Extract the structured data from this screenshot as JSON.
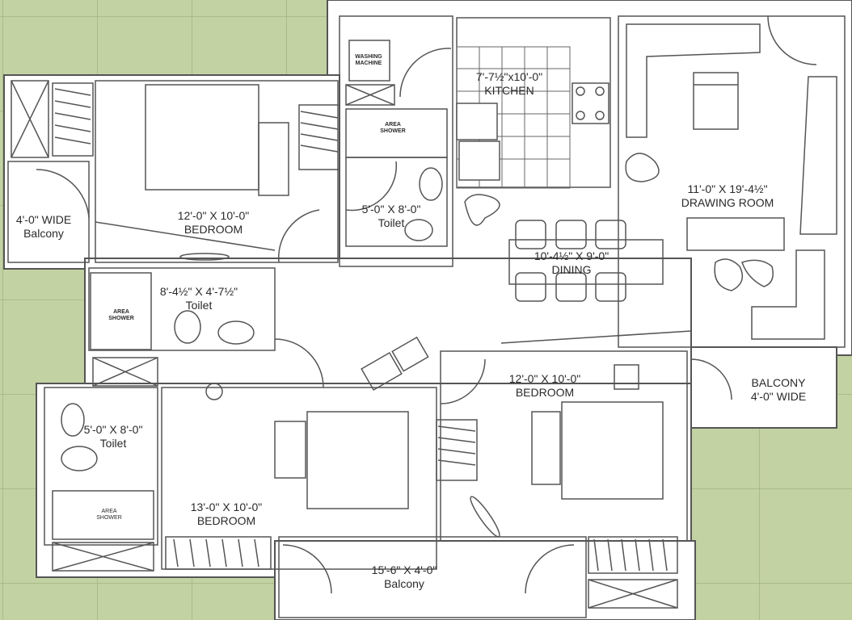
{
  "plan": {
    "background_color": "#c3d2a2",
    "wall_color": "#555555",
    "floor_color": "#ffffff"
  },
  "rooms": {
    "balcony_left": {
      "dim": "4'-0\" WIDE",
      "name": "Balcony"
    },
    "bedroom_1": {
      "dim": "12'-0\" X 10'-0\"",
      "name": "BEDROOM"
    },
    "washing_machine": {
      "line1": "WASHING",
      "line2": "MACHINE"
    },
    "area_shower_1": {
      "line1": "AREA",
      "line2": "SHOWER"
    },
    "toilet_1": {
      "dim": "5'-0\" X 8'-0\"",
      "name": "Toilet"
    },
    "kitchen": {
      "dim": "7'-7½\"x10'-0\"",
      "name": "KITCHEN"
    },
    "drawing_room": {
      "dim": "11'-0\" X 19'-4½\"",
      "name": "DRAWING ROOM"
    },
    "dining": {
      "dim": "10'-4½\" X 9'-0\"",
      "name": "DINING"
    },
    "toilet_2": {
      "dim": "8'-4½\" X 4'-7½\"",
      "name": "Toilet"
    },
    "area_shower_2": {
      "line1": "AREA",
      "line2": "SHOWER"
    },
    "bedroom_2": {
      "dim": "12'-0\" X 10'-0\"",
      "name": "BEDROOM"
    },
    "balcony_right": {
      "name": "BALCONY",
      "dim": "4'-0\" WIDE"
    },
    "toilet_3": {
      "dim": "5'-0\" X 8'-0\"",
      "name": "Toilet"
    },
    "area_shower_3": {
      "line1": "AREA",
      "line2": "SHOWER"
    },
    "bedroom_3": {
      "dim": "13'-0\" X 10'-0\"",
      "name": "BEDROOM"
    },
    "balcony_bottom": {
      "dim": "15'-6\" X 4'-0\"",
      "name": "Balcony"
    }
  }
}
